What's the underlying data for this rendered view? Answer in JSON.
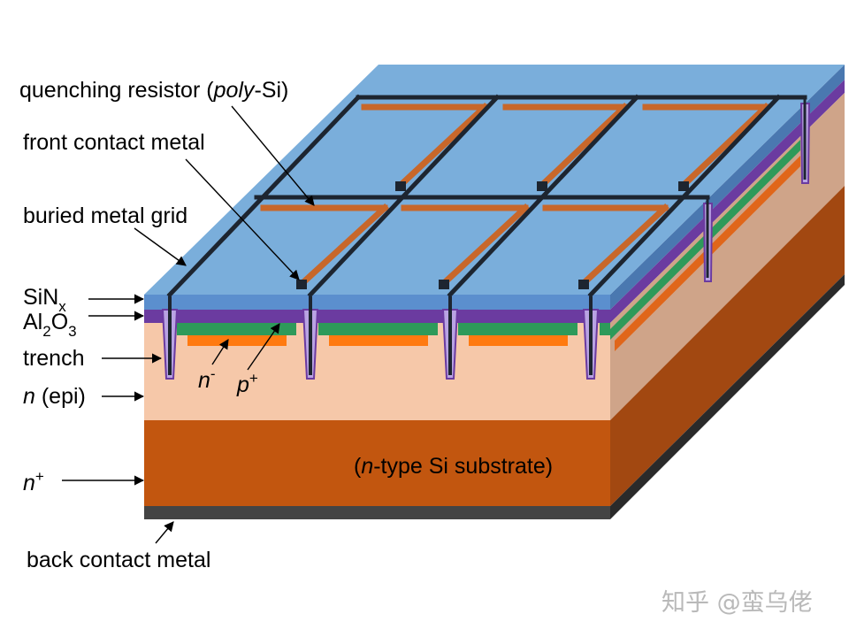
{
  "labels": {
    "quenching_resistor": {
      "prefix": "quenching resistor (",
      "italic": "poly",
      "suffix": "-Si)"
    },
    "front_contact_metal": "front contact metal",
    "buried_metal_grid": "buried metal grid",
    "sinx": {
      "base": "SiN",
      "sub": "x"
    },
    "al2o3": {
      "a": "Al",
      "s1": "2",
      "b": "O",
      "s2": "3"
    },
    "trench": "trench",
    "n_epi": {
      "italic": "n",
      "text": " (epi)"
    },
    "n_plus": {
      "italic": "n",
      "sup": "+"
    },
    "back_contact_metal": "back contact metal",
    "n_minus": {
      "italic": "n",
      "sup": "-"
    },
    "p_plus": {
      "italic": "p",
      "sup": "+"
    },
    "substrate": {
      "open": "(",
      "italic": "n",
      "rest": "-type Si substrate)"
    }
  },
  "watermark": "知乎 @蛮乌佬",
  "colors": {
    "top_surface": "#7aaedb",
    "sinx_front": "#5b8fce",
    "sinx_side": "#4a78b0",
    "al2o3": "#6b3ba0",
    "epi_front": "#f6c8a9",
    "epi_side": "#cfa489",
    "substrate_front": "#c2560f",
    "substrate_side": "#a24811",
    "back_metal_front": "#444444",
    "back_metal_side": "#2a2a2a",
    "p_plus_layer": "#2e9a5a",
    "n_minus_layer": "#ff7a10",
    "resistor": "#c8672a",
    "grid_metal": "#1d2530"
  }
}
